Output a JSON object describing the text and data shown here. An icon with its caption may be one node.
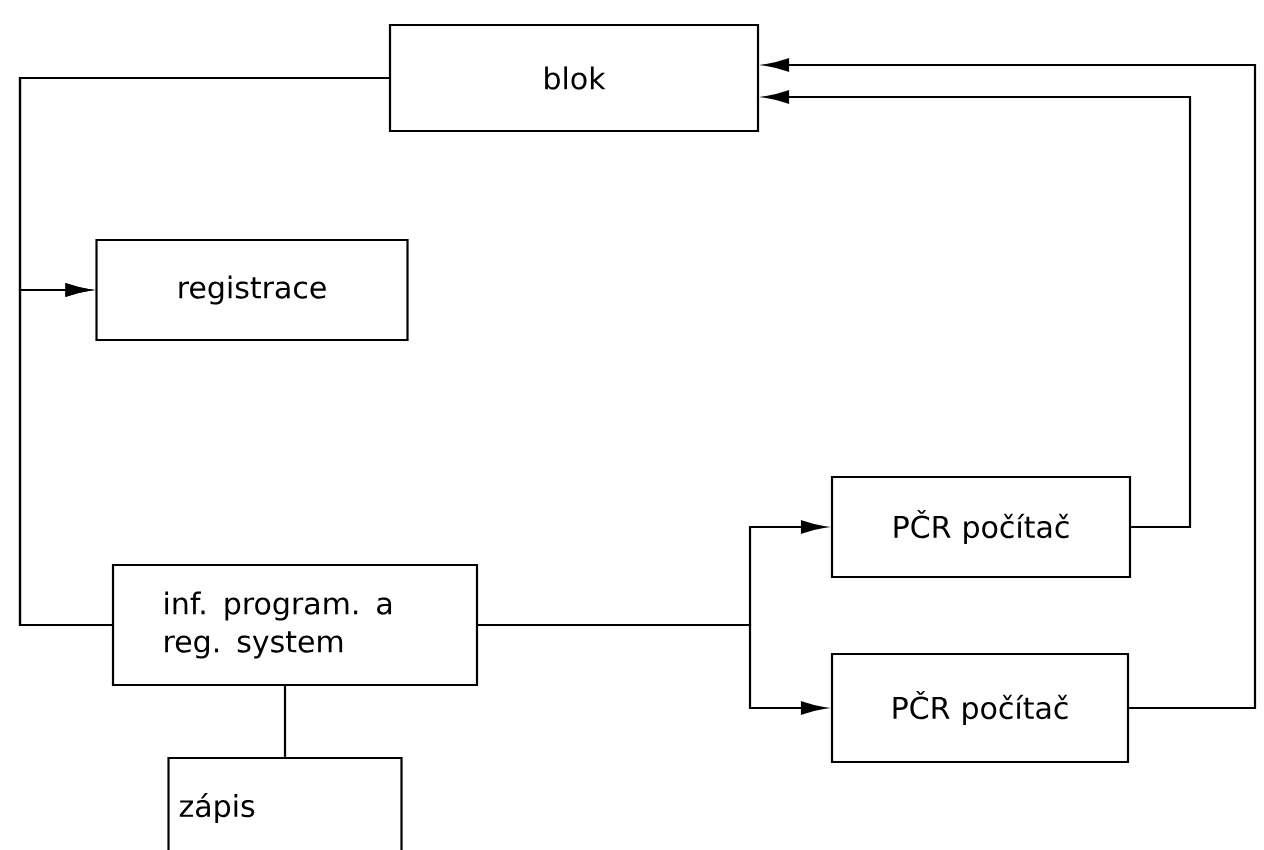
{
  "diagram": {
    "nodes": [
      {
        "text": [
          "blok"
        ]
      },
      {
        "text": [
          "registrace"
        ]
      },
      {
        "text": [
          "inf. program. a reg. system"
        ]
      },
      {
        "text": [
          "zápis"
        ]
      },
      {
        "text": [
          "PČR počítač"
        ]
      },
      {
        "text": [
          "PČR počítač"
        ]
      }
    ],
    "edges": [
      {
        "from": 0,
        "to": 1,
        "arrow": "to"
      },
      {
        "from": 2,
        "to": 1,
        "arrow": "to"
      },
      {
        "from": 0,
        "to": 2,
        "arrow": "none"
      },
      {
        "from": 2,
        "to": 3,
        "arrow": "none"
      },
      {
        "from": 2,
        "to": 4,
        "arrow": "to"
      },
      {
        "from": 2,
        "to": 5,
        "arrow": "to"
      },
      {
        "from": 4,
        "to": 0,
        "arrow": "to"
      },
      {
        "from": 5,
        "to": 0,
        "arrow": "to"
      }
    ]
  }
}
